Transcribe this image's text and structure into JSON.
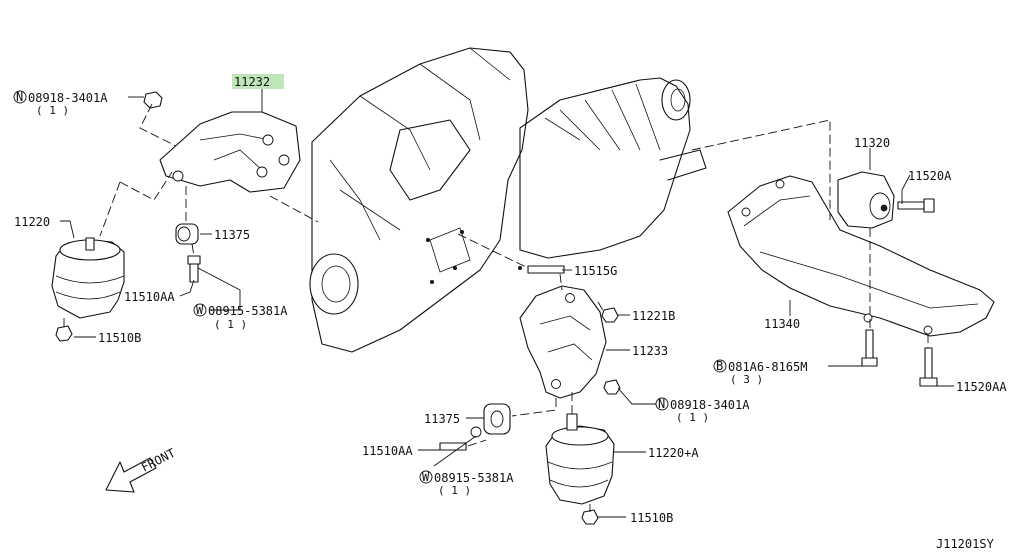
{
  "diagram_id": "J11201SY",
  "direction_label": "FRONT",
  "highlight_color": "#bfe6b8",
  "parts": [
    {
      "key": "p11232",
      "number": "11232",
      "highlighted": true
    },
    {
      "key": "p08918a",
      "prefix": "N",
      "number": "08918-3401A",
      "qty": "( 1 )"
    },
    {
      "key": "p11220",
      "number": "11220"
    },
    {
      "key": "p11375a",
      "number": "11375"
    },
    {
      "key": "p11510aa_a",
      "number": "11510AA"
    },
    {
      "key": "p08915a",
      "prefix": "W",
      "number": "08915-5381A",
      "qty": "( 1 )"
    },
    {
      "key": "p11510b_a",
      "number": "11510B"
    },
    {
      "key": "p11515g",
      "number": "11515G"
    },
    {
      "key": "p11221b",
      "number": "11221B"
    },
    {
      "key": "p11233",
      "number": "11233"
    },
    {
      "key": "p08918b",
      "prefix": "N",
      "number": "08918-3401A",
      "qty": "( 1 )"
    },
    {
      "key": "p11375b",
      "number": "11375"
    },
    {
      "key": "p11510aa_b",
      "number": "11510AA"
    },
    {
      "key": "p08915b",
      "prefix": "W",
      "number": "08915-5381A",
      "qty": "( 1 )"
    },
    {
      "key": "p11220a",
      "number": "11220+A"
    },
    {
      "key": "p11510b_b",
      "number": "11510B"
    },
    {
      "key": "p11320",
      "number": "11320"
    },
    {
      "key": "p11520a",
      "number": "11520A"
    },
    {
      "key": "p11340",
      "number": "11340"
    },
    {
      "key": "p081a6",
      "prefix": "B",
      "number": "081A6-8165M",
      "qty": "( 3 )"
    },
    {
      "key": "p11520aa",
      "number": "11520AA"
    }
  ]
}
